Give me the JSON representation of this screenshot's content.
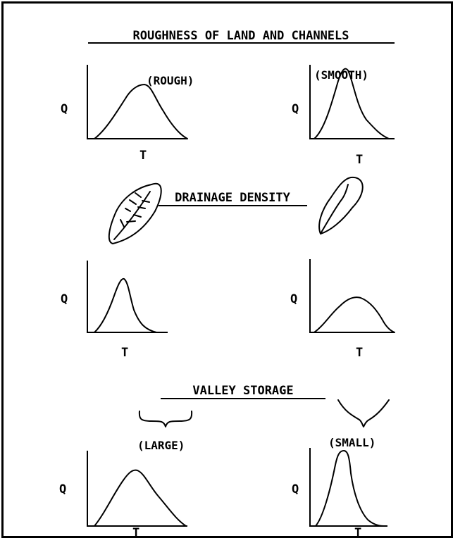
{
  "sections": {
    "roughness": {
      "title": "ROUGHNESS OF LAND AND CHANNELS",
      "left_label": "(ROUGH)",
      "right_label": "(SMOOTH)"
    },
    "drainage": {
      "title": "DRAINAGE DENSITY"
    },
    "valley": {
      "title": "VALLEY STORAGE",
      "left_label": "(LARGE)",
      "right_label": "(SMALL)"
    }
  },
  "axes": {
    "y_label": "Q",
    "x_label": "T"
  }
}
